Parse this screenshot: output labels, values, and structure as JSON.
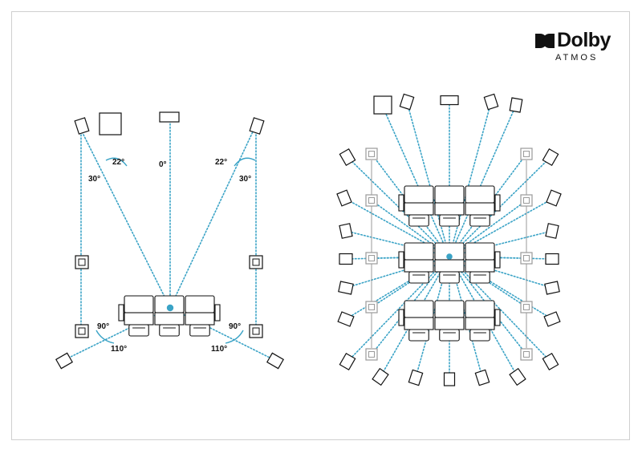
{
  "brand": {
    "name": "Dolby",
    "subtitle": "ATMOS"
  },
  "angles": {
    "front_center": "0°",
    "front_left_inner": "22°",
    "front_left_outer": "30°",
    "front_right_inner": "22°",
    "front_right_outer": "30°",
    "side_left": "90°",
    "side_right": "90°",
    "rear_left": "110°",
    "rear_right": "110°"
  },
  "colors": {
    "ray": "#3aa3c6",
    "listener": "#3aa3c6",
    "outline": "#111111",
    "muted": "#9a9a9a"
  }
}
